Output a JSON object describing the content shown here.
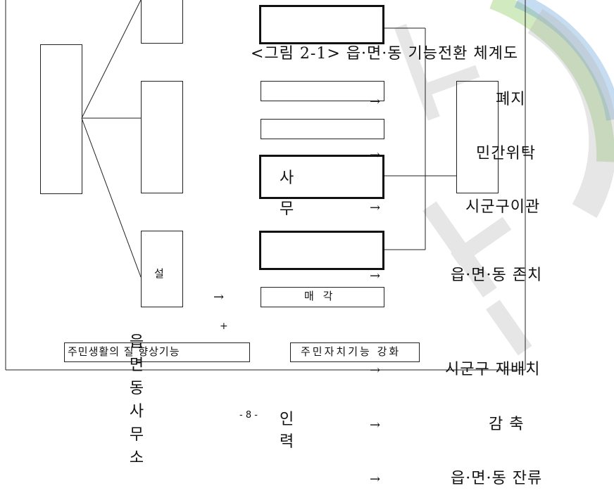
{
  "figure": {
    "caption": "<그림 2-1> 읍·면·동 기능전환 체계도",
    "left_column": {
      "main_label": [
        "읍",
        "면",
        "동",
        "사",
        "무",
        "소"
      ],
      "top_box_label": "설",
      "bottom_box_label": "주민생활의 질 향상기능",
      "plus": "+"
    },
    "middle_column": {
      "affairs_label": [
        "사",
        "무"
      ],
      "personnel_label": [
        "인",
        "력"
      ],
      "sale_box_label": "매 각",
      "bottom_box_label": "주민자치기능 강화",
      "arrow": "→"
    },
    "outcomes": [
      "폐지",
      "민간위탁",
      "시군구이관",
      "읍·면·동 존치",
      "시군구 재배치",
      "감 축",
      "읍·면·동 잔류"
    ]
  },
  "footer": {
    "page_number": "- 8 -"
  },
  "colors": {
    "watermark_green": "#7fc24a",
    "watermark_blue": "#5b9bd5",
    "watermark_gray": "#b8b8b8"
  }
}
